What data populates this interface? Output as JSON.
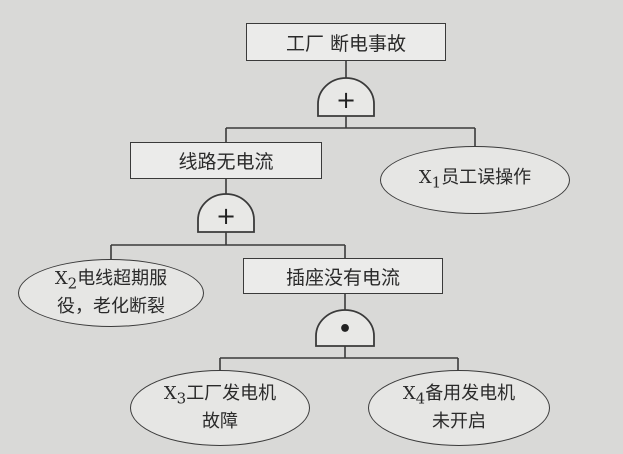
{
  "top_event": "工厂 断电事故",
  "gate_or_symbol": "+",
  "gate_and_symbol": "•",
  "intermediate_1": "线路无电流",
  "intermediate_2": "插座没有电流",
  "basic_events": {
    "x1": {
      "var": "X",
      "sub": "1",
      "line1": "员工误操作"
    },
    "x2": {
      "var": "X",
      "sub": "2",
      "line1": "电线超期服",
      "line2": "役，老化断裂"
    },
    "x3": {
      "var": "X",
      "sub": "3",
      "line1": "工厂发电机",
      "line2": "故障"
    },
    "x4": {
      "var": "X",
      "sub": "4",
      "line1": "备用发电机",
      "line2": "未开启"
    }
  }
}
